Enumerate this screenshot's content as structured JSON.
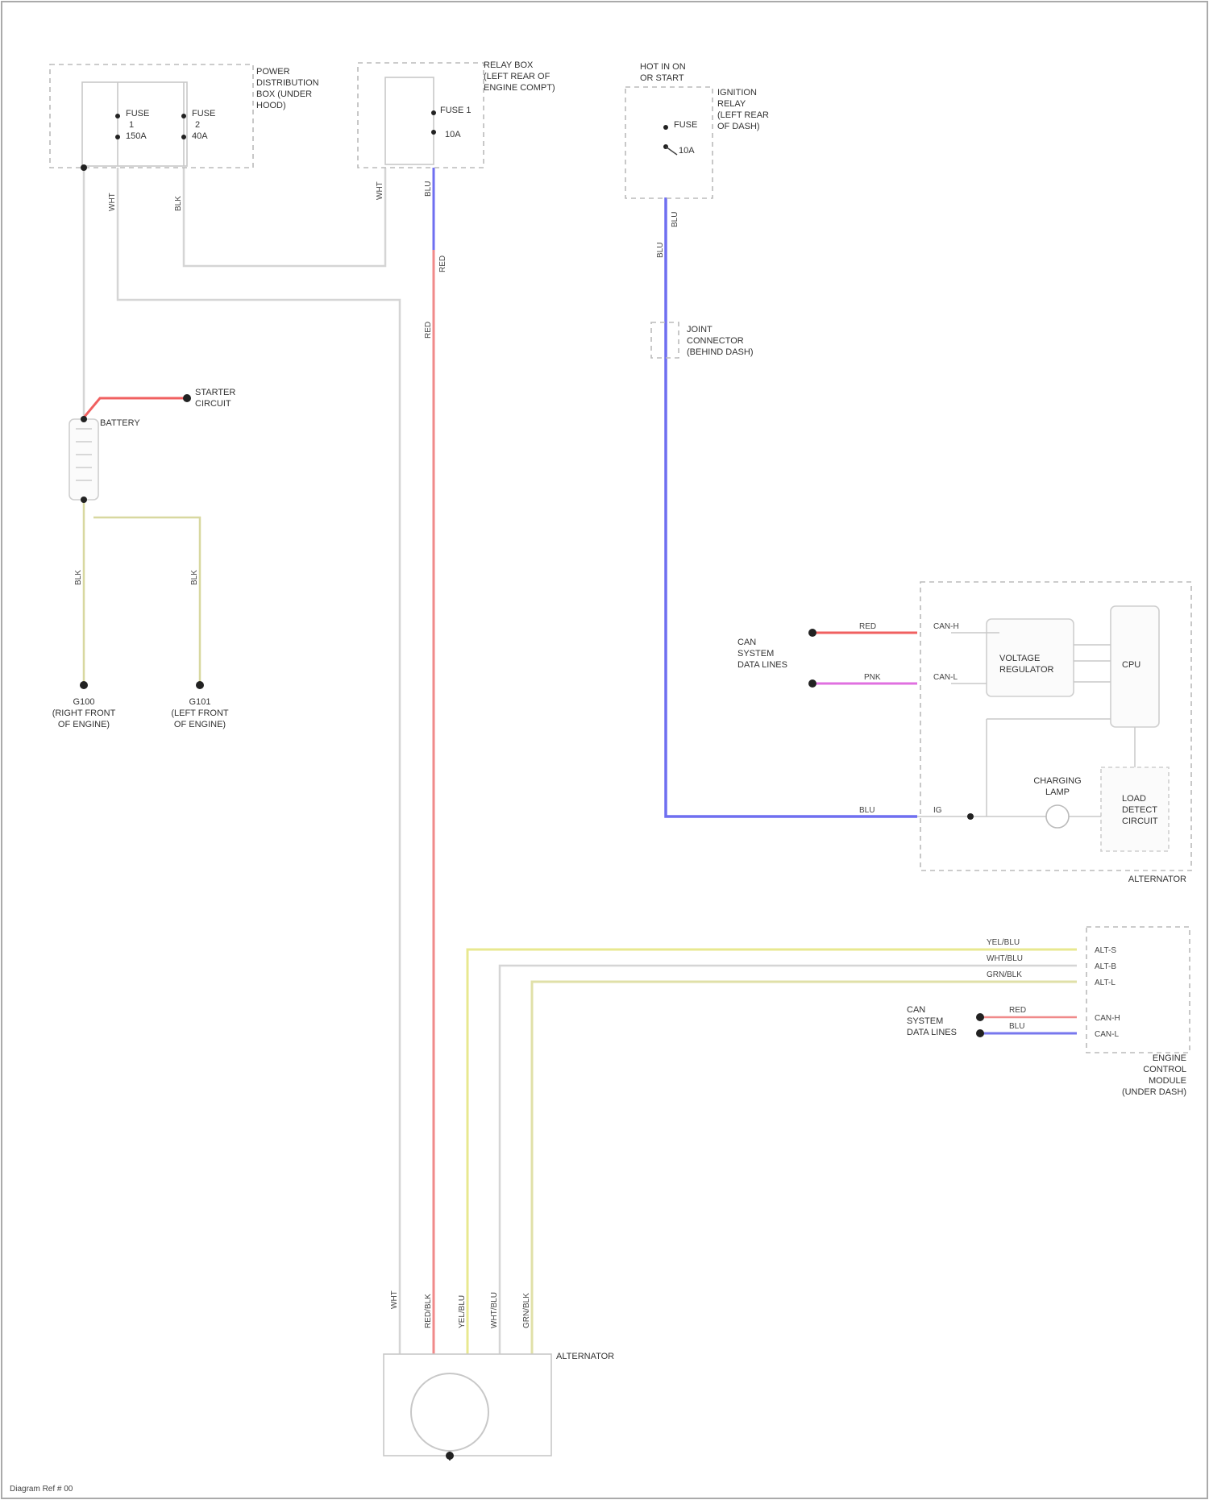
{
  "diagram": {
    "power_distribution_box": {
      "title": [
        "POWER",
        "DISTRIBUTION",
        "BOX (UNDER",
        "HOOD)"
      ],
      "fuse_1": [
        "FUSE",
        "1",
        "150A"
      ],
      "fuse_2": [
        "FUSE",
        "2",
        "40A"
      ]
    },
    "relay_box": {
      "title": [
        "RELAY BOX",
        "(LEFT REAR OF",
        "ENGINE COMPT)"
      ],
      "fuse": "FUSE 1",
      "rating": "10A"
    },
    "ignition_switch": {
      "title": [
        "HOT IN ON",
        "OR START"
      ],
      "label": [
        "IGNITION",
        "RELAY",
        "(LEFT REAR",
        "OF DASH)"
      ],
      "fuse": "FUSE",
      "rating": "10A"
    },
    "junction": {
      "label": [
        "JOINT",
        "CONNECTOR",
        "(BEHIND DASH)"
      ]
    },
    "battery": {
      "label": "BATTERY",
      "positive_text": [
        "STARTER",
        "CIRCUIT"
      ],
      "ground_1": [
        "G100",
        "(RIGHT FRONT",
        "OF ENGINE)"
      ],
      "ground_2": [
        "G101",
        "(LEFT FRONT",
        "OF ENGINE)"
      ]
    },
    "alternator_module": {
      "title": "ALTERNATOR",
      "can_text": [
        "CAN",
        "SYSTEM",
        "DATA LINES"
      ],
      "ic_1": [
        "VOLTAGE",
        "REGULATOR"
      ],
      "ic_2": [
        "CPU"
      ],
      "ic_3": [
        "LOAD",
        "DETECT",
        "CIRCUIT"
      ],
      "switch_label": [
        "CHARGING",
        "LAMP"
      ],
      "pin_can_h": "CAN-H",
      "pin_can_l": "CAN-L",
      "pin_ig": "IG"
    },
    "ecm": {
      "title": [
        "ENGINE",
        "CONTROL",
        "MODULE",
        "(UNDER DASH)"
      ],
      "can_text": [
        "CAN",
        "SYSTEM",
        "DATA LINES"
      ],
      "pins": [
        "ALT-S",
        "ALT-B",
        "ALT-L",
        "CAN-H",
        "CAN-L"
      ]
    },
    "alternator_bottom": {
      "title": "ALTERNATOR"
    },
    "wire_labels": {
      "w1": "WHT",
      "w2": "BLK",
      "w3": "WHT",
      "w4": "BLU",
      "w5": "RED",
      "w6": "BLU",
      "w7": "BLU",
      "w8": "RED",
      "w9": "BLK",
      "w10": "BLK",
      "w11": "RED",
      "w12": "PNK",
      "w13": "BLU",
      "w14": "YEL/BLU",
      "w15": "WHT/BLU",
      "w16": "GRN/BLK",
      "w17": "RED",
      "w18": "BLU",
      "w19": "WHT",
      "w20": "RED/BLK",
      "w21": "YEL/BLU",
      "w22": "WHT/BLU",
      "w23": "GRN/BLK"
    },
    "footer": "Diagram Ref # 00"
  }
}
